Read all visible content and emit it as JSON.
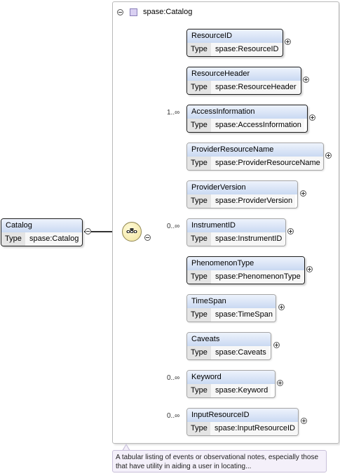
{
  "panel": {
    "title": "spase:Catalog"
  },
  "root": {
    "name": "Catalog",
    "type_label": "Type",
    "type_value": "spase:Catalog"
  },
  "children": [
    {
      "name": "ResourceID",
      "type_label": "Type",
      "type_value": "spase:ResourceID",
      "occurrence": "",
      "required": true
    },
    {
      "name": "ResourceHeader",
      "type_label": "Type",
      "type_value": "spase:ResourceHeader",
      "occurrence": "",
      "required": true
    },
    {
      "name": "AccessInformation",
      "type_label": "Type",
      "type_value": "spase:AccessInformation",
      "occurrence": "1..∞",
      "required": true
    },
    {
      "name": "ProviderResourceName",
      "type_label": "Type",
      "type_value": "spase:ProviderResourceName",
      "occurrence": "",
      "required": false
    },
    {
      "name": "ProviderVersion",
      "type_label": "Type",
      "type_value": "spase:ProviderVersion",
      "occurrence": "",
      "required": false
    },
    {
      "name": "InstrumentID",
      "type_label": "Type",
      "type_value": "spase:InstrumentID",
      "occurrence": "0..∞",
      "required": false
    },
    {
      "name": "PhenomenonType",
      "type_label": "Type",
      "type_value": "spase:PhenomenonType",
      "occurrence": "",
      "required": true
    },
    {
      "name": "TimeSpan",
      "type_label": "Type",
      "type_value": "spase:TimeSpan",
      "occurrence": "",
      "required": false
    },
    {
      "name": "Caveats",
      "type_label": "Type",
      "type_value": "spase:Caveats",
      "occurrence": "",
      "required": false
    },
    {
      "name": "Keyword",
      "type_label": "Type",
      "type_value": "spase:Keyword",
      "occurrence": "0..∞",
      "required": false
    },
    {
      "name": "InputResourceID",
      "type_label": "Type",
      "type_value": "spase:InputResourceID",
      "occurrence": "0..∞",
      "required": false
    }
  ],
  "documentation": "A tabular listing of events or observational notes, especially those that have utility in aiding a user in locating..."
}
